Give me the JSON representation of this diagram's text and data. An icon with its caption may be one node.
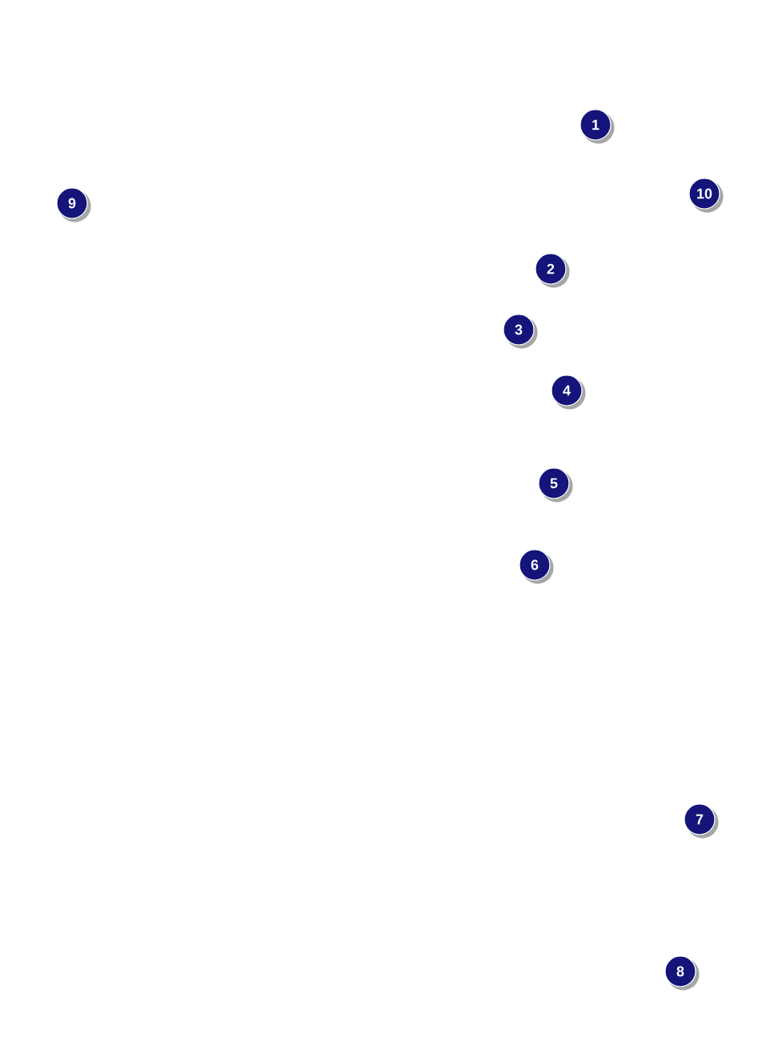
{
  "diagram": {
    "labels": [
      "1",
      "10",
      "9",
      "2",
      "3",
      "4",
      "5",
      "6",
      "7",
      "8"
    ]
  }
}
